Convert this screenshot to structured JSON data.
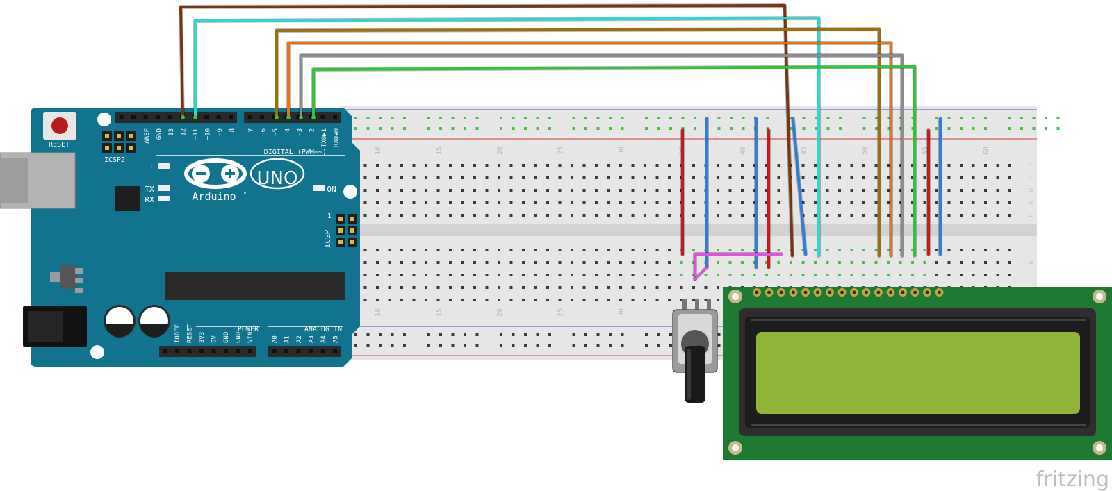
{
  "colors": {
    "arduino_board": "#11738d",
    "arduino_header": "#2a2a2a",
    "breadboard": "#e6e6e6",
    "breadboard_hole": "#3a3a3a",
    "breadboard_hole_used": "#3fc33f",
    "rail_red": "#d23c3c",
    "rail_blue": "#3a5bd0",
    "lcd_board": "#1e7a31",
    "lcd_frame": "#2d2d2d",
    "lcd_screen": "#8fb437",
    "pot_body": "#9b9b9b",
    "pot_knob": "#1a1a1a",
    "wire_brown": "#7a3411",
    "wire_cyan": "#2ed6d0",
    "wire_ochre": "#9c6f0e",
    "wire_orange": "#e6721c",
    "wire_gray": "#8c8c8c",
    "wire_green": "#33c33a",
    "wire_red": "#c8191e",
    "wire_blue": "#2f7ed8",
    "wire_magenta": "#e64ee0"
  },
  "arduino": {
    "reset_label": "RESET",
    "icsp2_label": "ICSP2",
    "icsp_label": "ICSP",
    "icsp_pin1": "1",
    "brand_name": "Arduino",
    "trademark": "TM",
    "model": "UNO",
    "led_l": "L",
    "led_tx": "TX",
    "led_rx": "RX",
    "led_on": "ON",
    "digital_label": "DIGITAL (PWM=~)",
    "power_label": "POWER",
    "analog_label": "ANALOG IN",
    "digital_pins_left": [
      "AREF",
      "GND",
      "13",
      "12",
      "~11",
      "~10",
      "~9",
      "8"
    ],
    "digital_pins_right": [
      "7",
      "~6",
      "~5",
      "4",
      "~3",
      "2",
      "TX0▶1",
      "RX0◀0"
    ],
    "power_pins": [
      "IOREF",
      "RESET",
      "3V3",
      "5V",
      "GND",
      "GND",
      "VIN"
    ],
    "analog_pins": [
      "A0",
      "A1",
      "A2",
      "A3",
      "A4",
      "A5"
    ]
  },
  "breadboard": {
    "column_numbers": [
      "10",
      "15",
      "20",
      "25",
      "30",
      "35",
      "40",
      "45",
      "50",
      "55",
      "60"
    ],
    "row_letters_top": [
      "J",
      "I",
      "H",
      "G",
      "F"
    ],
    "row_letters_bottom": [
      "E",
      "D",
      "C"
    ]
  },
  "watermark": "fritzing"
}
